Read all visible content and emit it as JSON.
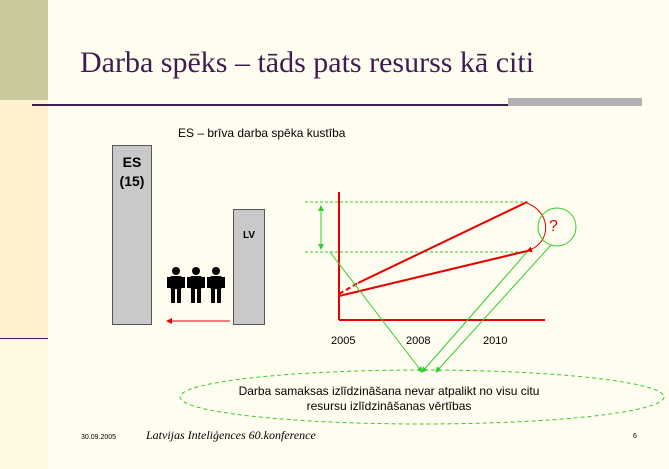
{
  "title": "Darba spēks – tāds pats resurss kā citi",
  "subtitle": "ES – brīva darba spēka kustība",
  "boxes": {
    "es_line1": "ES",
    "es_line2": "(15)",
    "lv": "LV"
  },
  "persons": [
    "person",
    "person",
    "person"
  ],
  "years": [
    "2005",
    "2008",
    "2010"
  ],
  "question_mark": "?",
  "note": "Darba samaksas izlīdzināšana nevar atpalikt no visu citu resursu izlīdzināšanas vērtības",
  "footer": {
    "date": "30.09.2005",
    "conference": "Latvijas Inteliģences 60.konference",
    "page": "6"
  },
  "colors": {
    "title": "#3f1c4f",
    "accent_red": "#e60000",
    "arrow_green": "#33cc33",
    "box_gray": "#c9c9c9"
  }
}
